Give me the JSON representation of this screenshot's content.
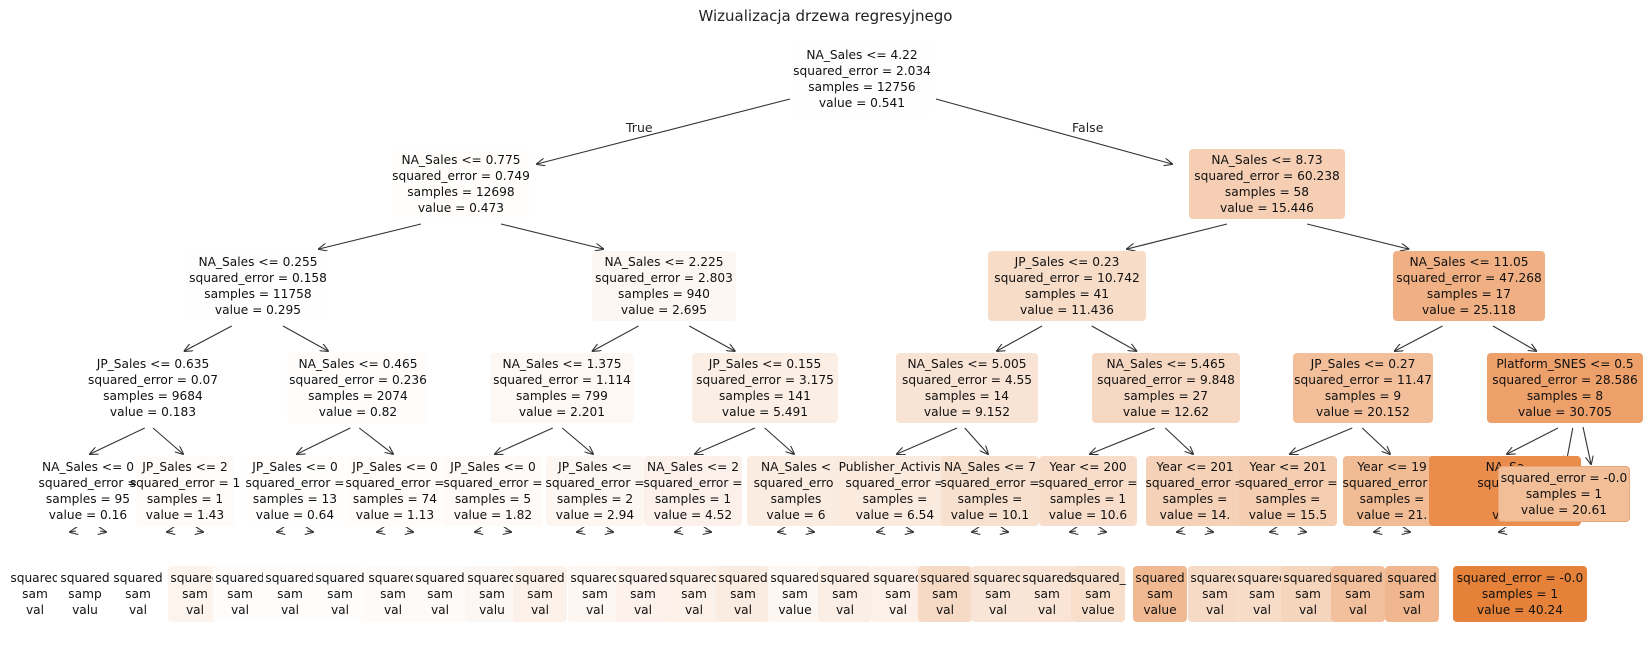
{
  "title": "Wizualizacja drzewa regresyjnego",
  "edge_labels": {
    "left": "True",
    "right": "False"
  },
  "levels": [
    [
      {
        "lines": [
          "NA_Sales <= 4.22",
          "squared_error = 2.034",
          "samples = 12756",
          "value = 0.541"
        ],
        "color": "#fffefe",
        "children": [
          0,
          1
        ]
      }
    ],
    [
      {
        "lines": [
          "NA_Sales <= 0.775",
          "squared_error = 0.749",
          "samples = 12698",
          "value = 0.473"
        ],
        "color": "#fffefd",
        "children": [
          0,
          1
        ]
      },
      {
        "lines": [
          "NA_Sales <= 8.73",
          "squared_error = 60.238",
          "samples = 58",
          "value = 15.446"
        ],
        "color": "#f5ceb3",
        "children": [
          2,
          3
        ]
      }
    ],
    [
      {
        "lines": [
          "NA_Sales <= 0.255",
          "squared_error = 0.158",
          "samples = 11758",
          "value = 0.295"
        ],
        "color": "#fffefe",
        "children": [
          0,
          1
        ]
      },
      {
        "lines": [
          "NA_Sales <= 2.225",
          "squared_error = 2.803",
          "samples = 940",
          "value = 2.695"
        ],
        "color": "#fdf7f3",
        "children": [
          2,
          3
        ]
      },
      {
        "lines": [
          "JP_Sales <= 0.23",
          "squared_error = 10.742",
          "samples = 41",
          "value = 11.436"
        ],
        "color": "#f7dcc8",
        "children": [
          4,
          5
        ]
      },
      {
        "lines": [
          "NA_Sales <= 11.05",
          "squared_error = 47.268",
          "samples = 17",
          "value = 25.118"
        ],
        "color": "#f0b083",
        "children": [
          6,
          7
        ]
      }
    ],
    [
      {
        "lines": [
          "JP_Sales <= 0.635",
          "squared_error = 0.07",
          "samples = 9684",
          "value = 0.183"
        ],
        "color": "#ffffff",
        "children": [
          0,
          1
        ]
      },
      {
        "lines": [
          "NA_Sales <= 0.465",
          "squared_error = 0.236",
          "samples = 2074",
          "value = 0.82"
        ],
        "color": "#fffdfc",
        "children": [
          2,
          3
        ]
      },
      {
        "lines": [
          "NA_Sales <= 1.375",
          "squared_error = 1.114",
          "samples = 799",
          "value = 2.201"
        ],
        "color": "#fef8f4",
        "children": [
          4,
          5
        ]
      },
      {
        "lines": [
          "JP_Sales <= 0.155",
          "squared_error = 3.175",
          "samples = 141",
          "value = 5.491"
        ],
        "color": "#fbeee5",
        "children": [
          6,
          7
        ]
      },
      {
        "lines": [
          "NA_Sales <= 5.005",
          "squared_error = 4.55",
          "samples = 14",
          "value = 9.152"
        ],
        "color": "#f8e3d4",
        "children": [
          8,
          9
        ]
      },
      {
        "lines": [
          "NA_Sales <= 5.465",
          "squared_error = 9.848",
          "samples = 27",
          "value = 12.62"
        ],
        "color": "#f6d8c2",
        "children": [
          10,
          11
        ]
      },
      {
        "lines": [
          "JP_Sales <= 0.27",
          "squared_error = 11.47",
          "samples = 9",
          "value = 20.152"
        ],
        "color": "#f2bf9a",
        "children": [
          12,
          13
        ]
      },
      {
        "lines": [
          "Platform_SNES <= 0.5",
          "squared_error = 28.586",
          "samples = 8",
          "value = 30.705"
        ],
        "color": "#eda06a",
        "children": [
          14,
          15
        ]
      }
    ],
    [
      {
        "lines": [
          "NA_Sales <= 0",
          "squared_error =",
          "samples = 95",
          "value = 0.16"
        ],
        "color": "#ffffff"
      },
      {
        "lines": [
          "JP_Sales <= 2",
          "squared_error = 1",
          "samples = 1",
          "value = 1.43"
        ],
        "color": "#fffbf8"
      },
      {
        "lines": [
          "JP_Sales <= 0",
          "squared_error =",
          "samples = 13",
          "value = 0.64"
        ],
        "color": "#fffefd"
      },
      {
        "lines": [
          "JP_Sales <= 0",
          "squared_error =",
          "samples = 74",
          "value = 1.13"
        ],
        "color": "#fffcfa"
      },
      {
        "lines": [
          "JP_Sales <= 0",
          "squared_error =",
          "samples = 5",
          "value = 1.82"
        ],
        "color": "#fffaf7"
      },
      {
        "lines": [
          "JP_Sales <=",
          "squared_error =",
          "samples = 2",
          "value = 2.94"
        ],
        "color": "#fdf6f1"
      },
      {
        "lines": [
          "NA_Sales <= 2",
          "squared_error =",
          "samples = 1",
          "value = 4.52"
        ],
        "color": "#fcf1ea"
      },
      {
        "lines": [
          "NA_Sales <",
          "squared_error",
          "samples",
          "value = 6"
        ],
        "color": "#fbece1"
      },
      {
        "lines": [
          "Publisher_Activisio",
          "squared_error =",
          "samples =",
          "value = 6.54"
        ],
        "color": "#fbebdf"
      },
      {
        "lines": [
          "NA_Sales <= 7",
          "squared_error =",
          "samples =",
          "value = 10.1"
        ],
        "color": "#f8e0ce"
      },
      {
        "lines": [
          "Year <= 200",
          "squared_error =",
          "samples = 1",
          "value = 10.6"
        ],
        "color": "#f8ddca"
      },
      {
        "lines": [
          "Year <= 201",
          "squared_error =",
          "samples =",
          "value = 14."
        ],
        "color": "#f5d1b8"
      },
      {
        "lines": [
          "Year <= 201",
          "squared_error =",
          "samples =",
          "value = 15.5"
        ],
        "color": "#f5cdb1"
      },
      {
        "lines": [
          "Year <= 19",
          "squared_error =",
          "samples =",
          "value = 21."
        ],
        "color": "#f1bb94"
      },
      {
        "lines": [
          "NA_Sa",
          "squared_",
          "",
          "valu"
        ],
        "color": "#ea8d4c"
      },
      {
        "lines": [
          "squared_error = -0.0",
          "samples = 1",
          "value = 20.61"
        ],
        "color": "#f2be98"
      }
    ],
    [
      {
        "lines": [
          "squared",
          "sam",
          "val"
        ],
        "color": "#ffffff"
      },
      {
        "lines": [
          "squared",
          "samp",
          "valu"
        ],
        "color": "#ffffff"
      },
      {
        "lines": [
          "squared",
          "sam",
          "val"
        ],
        "color": "#ffffff"
      },
      {
        "lines": [
          "squared",
          "sam",
          "val"
        ],
        "color": "#fdf4ee"
      },
      {
        "lines": [
          "squared",
          "sam",
          "val"
        ],
        "color": "#fffdfc"
      },
      {
        "lines": [
          "squared",
          "sam",
          "val"
        ],
        "color": "#fffdfc"
      },
      {
        "lines": [
          "squared",
          "sam",
          "val"
        ],
        "color": "#fffdfc"
      },
      {
        "lines": [
          "squared",
          "sam",
          "val"
        ],
        "color": "#fefaf7"
      },
      {
        "lines": [
          "squared",
          "sam",
          "val"
        ],
        "color": "#fefaf7"
      },
      {
        "lines": [
          "squared",
          "sam",
          "valu"
        ],
        "color": "#fdf7f3"
      },
      {
        "lines": [
          "squared",
          "sam",
          "val"
        ],
        "color": "#fcf1e9"
      },
      {
        "lines": [
          "squared",
          "sam",
          "val"
        ],
        "color": "#fdf6f1"
      },
      {
        "lines": [
          "squared",
          "sam",
          "val"
        ],
        "color": "#fcf2eb"
      },
      {
        "lines": [
          "squared",
          "sam",
          "val"
        ],
        "color": "#fcf1e9"
      },
      {
        "lines": [
          "squared",
          "sam",
          "val"
        ],
        "color": "#fbece1"
      },
      {
        "lines": [
          "squared",
          "sam",
          "value"
        ],
        "color": "#fdf6f1"
      },
      {
        "lines": [
          "squared",
          "sam",
          "val"
        ],
        "color": "#fbeee5"
      },
      {
        "lines": [
          "squared",
          "sam",
          "val"
        ],
        "color": "#fcf0e8"
      },
      {
        "lines": [
          "squared",
          "sam",
          "val"
        ],
        "color": "#f7dac6"
      },
      {
        "lines": [
          "squared",
          "sam",
          "val"
        ],
        "color": "#f9e5d7"
      },
      {
        "lines": [
          "squared",
          "sam",
          "val"
        ],
        "color": "#f9e4d5"
      },
      {
        "lines": [
          "squared_",
          "sam",
          "value"
        ],
        "color": "#f8dfcc"
      },
      {
        "lines": [
          "squared",
          "sam",
          "value"
        ],
        "color": "#f1b991"
      },
      {
        "lines": [
          "squared",
          "sam",
          "val"
        ],
        "color": "#f7dac6"
      },
      {
        "lines": [
          "squared",
          "sam",
          "val"
        ],
        "color": "#f7dcc8"
      },
      {
        "lines": [
          "squared",
          "sam",
          "val"
        ],
        "color": "#f6d5bd"
      },
      {
        "lines": [
          "squared",
          "sam",
          "val"
        ],
        "color": "#f2c09c"
      },
      {
        "lines": [
          "squared",
          "sam",
          "val"
        ],
        "color": "#f0b78e"
      },
      {
        "lines": [
          "squared_error = -0.0",
          "samples = 1",
          "value = 40.24"
        ],
        "color": "#e58139"
      }
    ]
  ]
}
